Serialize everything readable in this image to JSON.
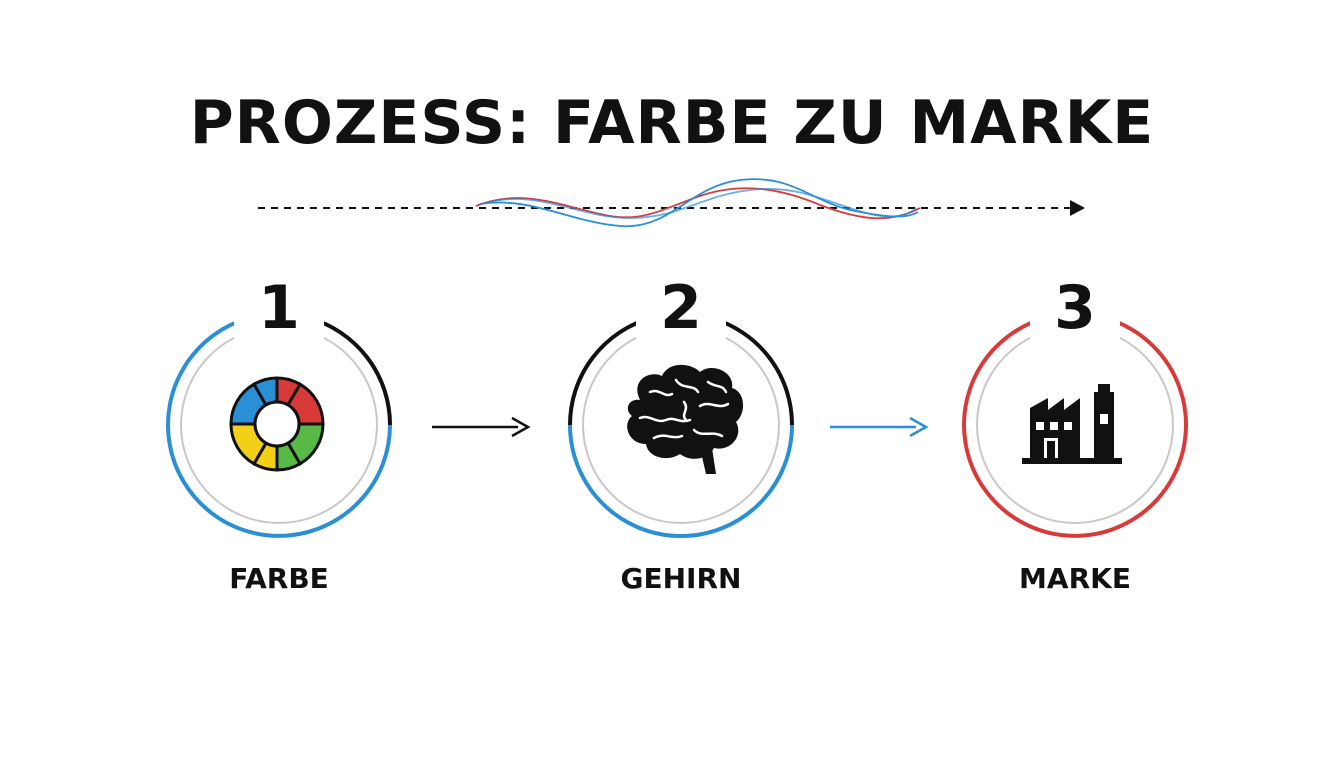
{
  "title": "PROZESS: FARBE ZU MARKE",
  "colors": {
    "blue": "#2b8fd6",
    "red": "#d83a3a",
    "black": "#111111",
    "grey": "#c8c8c8",
    "yellow": "#f2d017",
    "green": "#58b947"
  },
  "steps": [
    {
      "number": "1",
      "label": "FARBE",
      "icon": "color-wheel-icon"
    },
    {
      "number": "2",
      "label": "GEHIRN",
      "icon": "brain-icon"
    },
    {
      "number": "3",
      "label": "MARKE",
      "icon": "factory-icon"
    }
  ]
}
